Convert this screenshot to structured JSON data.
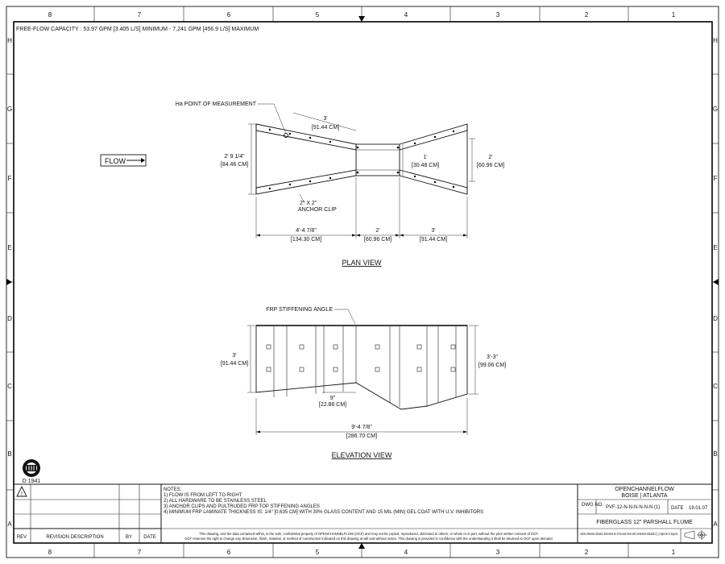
{
  "header_note": "FREE-FLOW CAPACITY : 53.97 GPM [3.405 L/S] MINIMUM - 7,241 GPM [456.9 L/S] MAXIMUM",
  "border": {
    "columns": [
      "8",
      "7",
      "6",
      "5",
      "4",
      "3",
      "2",
      "1"
    ],
    "rows": [
      "H",
      "G",
      "F",
      "E",
      "D",
      "C",
      "B",
      "A"
    ]
  },
  "flow_label": "FLOW",
  "plan_view": {
    "title": "PLAN VIEW",
    "measurement_label": "Ha POINT OF MEASUREMENT",
    "anchor_clip": [
      "2\" X 2\"",
      "ANCHOR CLIP"
    ],
    "dim_top": [
      "3'",
      "[91.44 CM]"
    ],
    "dim_inlet_width": [
      "2' 9 1/4\"",
      "[84.46 CM]"
    ],
    "dim_throat_width": [
      "1'",
      "[30.48 CM]"
    ],
    "dim_outlet_width": [
      "2'",
      "[60.96 CM]"
    ],
    "dim_converging": [
      "4'-4 7/8\"",
      "[134.30 CM]"
    ],
    "dim_throat": [
      "2'",
      "[60.96 CM]"
    ],
    "dim_diverging": [
      "3'",
      "[91.44 CM]"
    ]
  },
  "elevation_view": {
    "title": "ELEVATION VIEW",
    "stiffening_label": "FRP STIFFENING ANGLE",
    "dim_left_height": [
      "3'",
      "[91.44 CM]"
    ],
    "dim_right_height": [
      "3'-3\"",
      "[99.06 CM]"
    ],
    "dim_drop": [
      "9\"",
      "[22.86 CM]"
    ],
    "dim_overall": [
      "9'-4 7/8\"",
      "[286.70 CM]"
    ]
  },
  "logo": {
    "caption": "D 1941"
  },
  "revision_block": {
    "headers": [
      "REV",
      "REVISION DESCRIPTION",
      "BY",
      "DATE"
    ]
  },
  "notes": {
    "title": "NOTES:",
    "items": [
      "1) FLOW IS FROM LEFT TO RIGHT",
      "2) ALL HARDWARE TO BE STAINLESS STEEL",
      "3) ANCHOR CLIPS AND PULTRUDED FRP TOP STIFFENING ANGLES",
      "4) MINIMUM FRP LAMINATE THICKNESS IS: 1/4\" [0.635 CM] WITH 30% GLASS CONTENT AND 15 MIL (MIN) GEL COAT WITH U.V. INHIBITORS"
    ],
    "disclaimer_1": "This drawing, and the data contained within, is the sole, confidential property of OPENCHANNELFLOW (OCF) and may not be copied, reproduced, disclosed to others, or whole or in part, without the prior written consent of OCF.",
    "disclaimer_2": "OCF reserves the right to change any dimension, finish, material, or method of construction indicated on this drawing at will and without notice. This drawing is provided in confidence with the understanding it shall be returned to OCF upon demand."
  },
  "title_block": {
    "company": "OPENCHANNELFLOW",
    "locations": "BOISE | ATLANTA",
    "dwg_label": "DWG NO.",
    "dwg_no": "PVF-12-N-N-N-N-N-N (1)",
    "date_label": "DATE",
    "date": "19.01.07",
    "title": "FIBERGLASS 12\" PARSHALL FLUME",
    "units_note": "Unless otherwise indicated, dimensions are in feet and inches with centimeters indicated in [ ]. Angles are in degrees."
  }
}
